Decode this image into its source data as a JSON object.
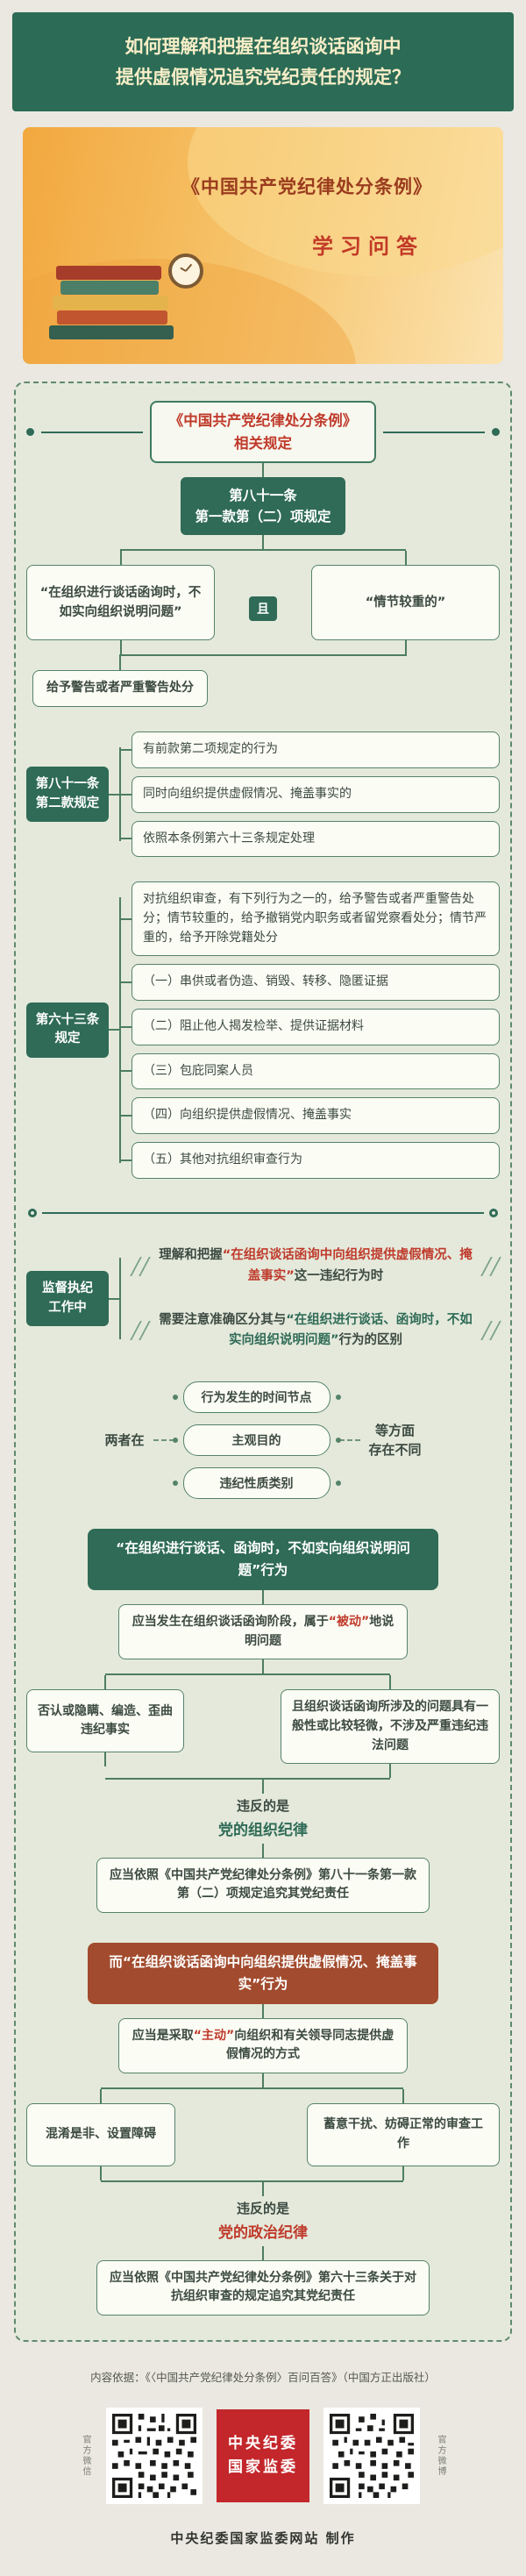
{
  "page": {
    "title_line1": "如何理解和把握在组织谈话函询中",
    "title_line2": "提供虚假情况追究党纪责任的规定？"
  },
  "banner": {
    "book_title": "《中国共产党纪律处分条例》",
    "subtitle": "学习问答"
  },
  "flow": {
    "root": {
      "line1": "《中国共产党纪律处分条例》",
      "line2": "相关规定"
    },
    "art81_1": {
      "line1": "第八十一条",
      "line2": "第一款第（二）项规定"
    },
    "cond_left": "“在组织进行谈话函询时，不如实向组织说明问题”",
    "and_label": "且",
    "cond_right": "“情节较重的”",
    "result81": "给予警告或者严重警告处分",
    "art81_2": {
      "label_line1": "第八十一条",
      "label_line2": "第二款规定",
      "items": [
        "有前款第二项规定的行为",
        "同时向组织提供虚假情况、掩盖事实的",
        "依照本条例第六十三条规定处理"
      ]
    },
    "art63": {
      "label_line1": "第六十三条",
      "label_line2": "规定",
      "intro": "对抗组织审查，有下列行为之一的，给予警告或者严重警告处分；情节较重的，给予撤销党内职务或者留党察看处分；情节严重的，给予开除党籍处分",
      "items": [
        "（一）串供或者伪造、销毁、转移、隐匿证据",
        "（二）阻止他人揭发检举、提供证据材料",
        "（三）包庇同案人员",
        "（四）向组织提供虚假情况、掩盖事实",
        "（五）其他对抗组织审查行为"
      ]
    },
    "supervision": {
      "label_line1": "监督执纪",
      "label_line2": "工作中",
      "block1_pre": "理解和把握",
      "block1_quote": "“在组织谈话函询中向组织提供虚假情况、掩盖事实”",
      "block1_post": "这一违纪行为时",
      "block2_pre": "需要注意准确区分其与",
      "block2_quote": "“在组织进行谈话、函询时，不如实向组织说明问题”",
      "block2_post": "行为的区别"
    },
    "compare": {
      "left": "两者在",
      "aspects": [
        "行为发生的时间节点",
        "主观目的",
        "违纪性质类别"
      ],
      "right_line1": "等方面",
      "right_line2": "存在不同"
    },
    "passive": {
      "header": "“在组织进行谈话、函询时，不如实向组织说明问题”行为",
      "desc_pre": "应当发生在组织谈话函询阶段，属于",
      "desc_hl": "“被动”",
      "desc_post": "地说明问题",
      "branch_left": "否认或隐瞒、编造、歪曲违纪事实",
      "branch_right": "且组织谈话函询所涉及的问题具有一般性或比较轻微，不涉及严重违纪违法问题",
      "violate_label": "违反的是",
      "violate_value": "党的组织纪律",
      "conclusion": "应当依照《中国共产党纪律处分条例》第八十一条第一款第（二）项规定追究其党纪责任"
    },
    "active": {
      "header": "而“在组织谈话函询中向组织提供虚假情况、掩盖事实”行为",
      "desc_pre": "应当是采取",
      "desc_hl": "“主动”",
      "desc_post": "向组织和有关领导同志提供虚假情况的方式",
      "branch_left": "混淆是非、设置障碍",
      "branch_right": "蓄意干扰、妨碍正常的审查工作",
      "violate_label": "违反的是",
      "violate_value": "党的政治纪律",
      "conclusion": "应当依照《中国共产党纪律处分条例》第六十三条关于对抗组织审查的规定追究其党纪责任"
    }
  },
  "footer": {
    "source": "内容依据：《〈中国共产党纪律处分条例〉百问百答》（中国方正出版社）",
    "logo_line1": "中央纪委",
    "logo_line2": "国家监委",
    "qr_left_caption": "官方微信",
    "qr_right_caption": "官方微博",
    "credit": "中央纪委国家监委网站 制作"
  },
  "colors": {
    "header_green": "#2c6b55",
    "dark_green": "#2f6b57",
    "accent_red": "#bf3a2b",
    "maroon": "#a24b2e",
    "banner_orange": "#f2a83f",
    "logo_red": "#c3272b"
  }
}
